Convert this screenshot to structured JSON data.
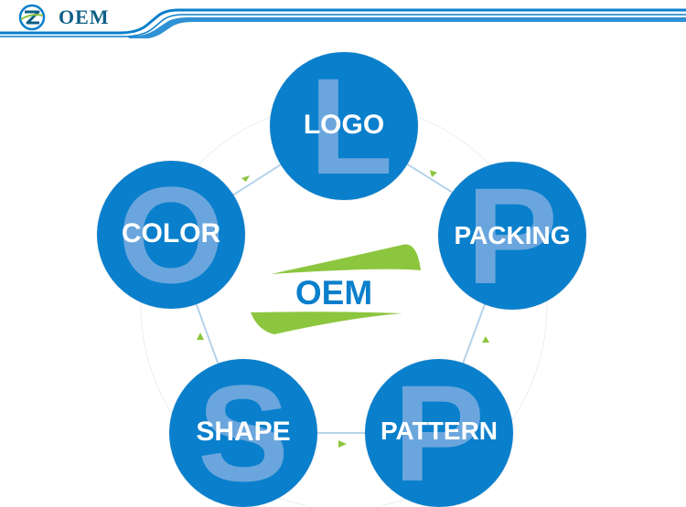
{
  "header": {
    "brand": "OEM",
    "logo_icon": "z-swoosh-logo-icon",
    "accent_color": "#0a7fcc"
  },
  "diagram": {
    "center_label": "OEM",
    "node_color": "#0a7fcc",
    "letter_color": "#6aa6dd",
    "arrow_color": "#8cc63f",
    "nodes": [
      {
        "label": "LOGO",
        "letter": "L"
      },
      {
        "label": "PACKING",
        "letter": "P"
      },
      {
        "label": "PATTERN",
        "letter": "P"
      },
      {
        "label": "SHAPE",
        "letter": "S"
      },
      {
        "label": "COLOR",
        "letter": "O"
      }
    ]
  }
}
